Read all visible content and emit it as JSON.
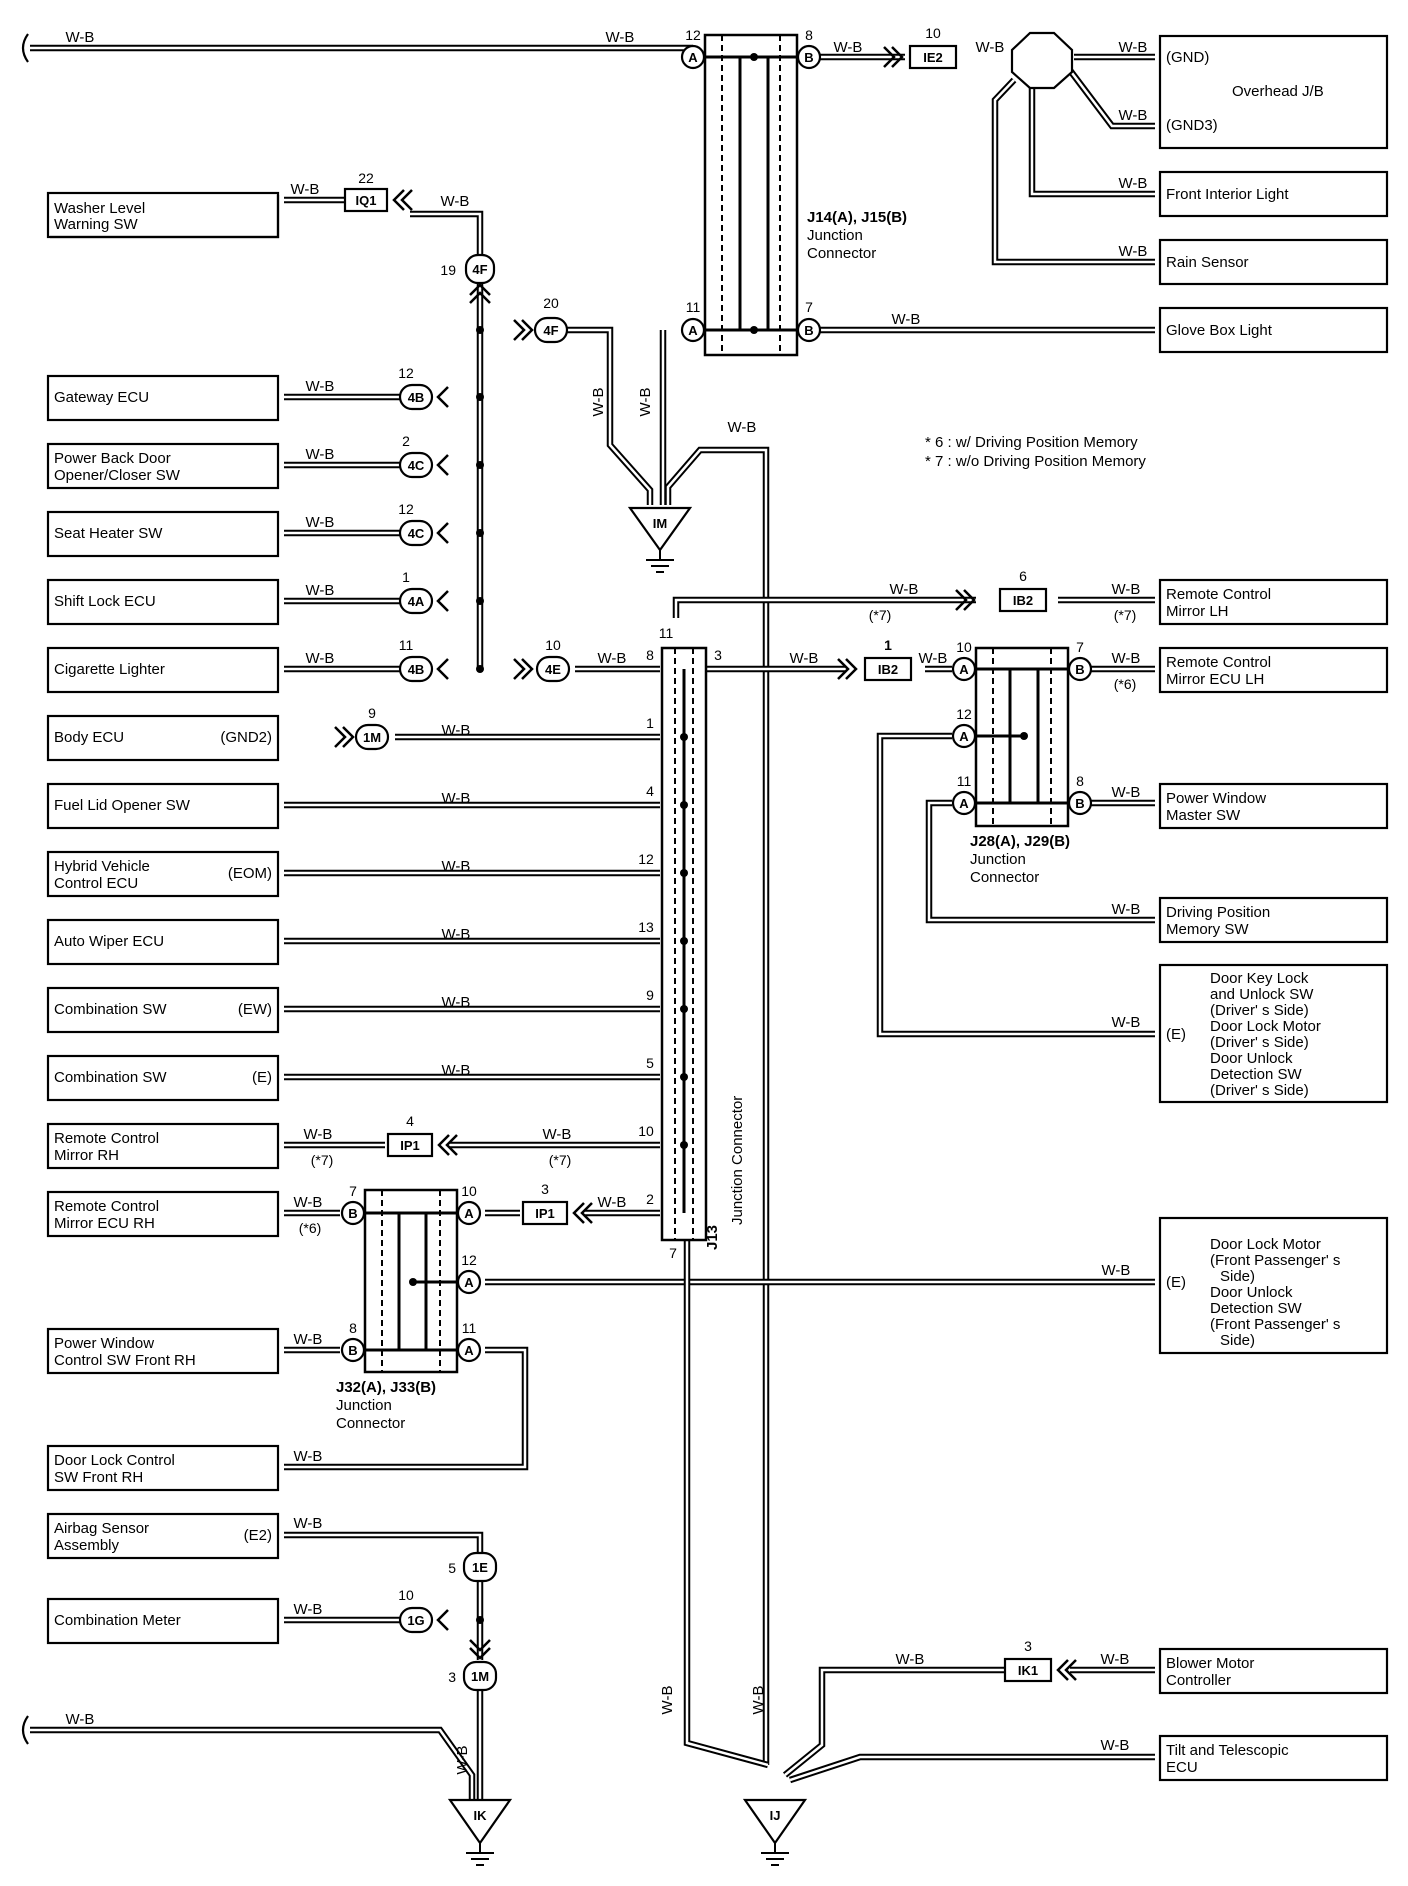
{
  "wire_color": "W-B",
  "notes": [
    "* 6 : w/ Driving Position Memory",
    "* 7 : w/o Driving Position Memory"
  ],
  "junctions": {
    "j14": {
      "label": "J14(A), J15(B)",
      "sub1": "Junction",
      "sub2": "Connector"
    },
    "j13": {
      "label": "J13",
      "sub1": "Junction Connector"
    },
    "j28": {
      "label": "J28(A), J29(B)",
      "sub1": "Junction",
      "sub2": "Connector"
    },
    "j32": {
      "label": "J32(A), J33(B)",
      "sub1": "Junction",
      "sub2": "Connector"
    }
  },
  "grounds": {
    "im": "IM",
    "ij": "IJ",
    "ik": "IK"
  },
  "components": {
    "overhead_jb": {
      "name": "Overhead J/B",
      "gnd": "(GND)",
      "gnd3": "(GND3)"
    },
    "front_interior_light": "Front Interior Light",
    "rain_sensor": "Rain Sensor",
    "glove_box_light": "Glove Box Light",
    "washer_level": [
      "Washer Level",
      "Warning SW"
    ],
    "gateway_ecu": "Gateway ECU",
    "power_back_door": [
      "Power Back Door",
      "Opener/Closer SW"
    ],
    "seat_heater": "Seat Heater SW",
    "shift_lock": "Shift Lock ECU",
    "cigarette_lighter": "Cigarette Lighter",
    "body_ecu": {
      "name": "Body ECU",
      "pin": "(GND2)"
    },
    "fuel_lid": "Fuel Lid Opener SW",
    "hybrid_ecu": {
      "lines": [
        "Hybrid Vehicle",
        "Control ECU"
      ],
      "pin": "(EOM)"
    },
    "auto_wiper": "Auto Wiper ECU",
    "combination_sw_ew": {
      "name": "Combination SW",
      "pin": "(EW)"
    },
    "combination_sw_e": {
      "name": "Combination SW",
      "pin": "(E)"
    },
    "remote_mirror_rh": [
      "Remote Control",
      "Mirror RH"
    ],
    "remote_mirror_ecu_rh": [
      "Remote Control",
      "Mirror ECU RH"
    ],
    "power_window_front_rh": [
      "Power Window",
      "Control SW Front RH"
    ],
    "door_lock_control_rh": [
      "Door Lock Control",
      "SW Front RH"
    ],
    "airbag_sensor": {
      "lines": [
        "Airbag Sensor",
        "Assembly"
      ],
      "pin": "(E2)"
    },
    "combination_meter": "Combination Meter",
    "remote_mirror_lh": [
      "Remote Control",
      "Mirror LH"
    ],
    "remote_mirror_ecu_lh": [
      "Remote Control",
      "Mirror ECU LH"
    ],
    "power_window_master": [
      "Power Window",
      "Master SW"
    ],
    "driving_position_memory": [
      "Driving Position",
      "Memory SW"
    ],
    "door_key_lock": {
      "lines": [
        "Door Key Lock",
        "and Unlock SW",
        "(Driver' s Side)",
        "Door Lock Motor",
        "(Driver' s Side)",
        "Door Unlock",
        "Detection SW",
        "(Driver' s Side)"
      ],
      "pin": "(E)"
    },
    "door_lock_motor_fp": {
      "lines": [
        "Door Lock Motor",
        "(Front Passenger' s",
        "Side)",
        "Door Unlock",
        "Detection SW",
        "(Front Passenger' s",
        "Side)"
      ],
      "pin": "(E)"
    },
    "blower_motor": [
      "Blower Motor",
      "Controller"
    ],
    "tilt_telescopic": [
      "Tilt and Telescopic",
      "ECU"
    ]
  },
  "connectors": {
    "ie2": {
      "code": "IE2",
      "pin": "10"
    },
    "iq1": {
      "code": "IQ1",
      "pin": "22"
    },
    "c4f_19": {
      "code": "4F",
      "pin": "19"
    },
    "c4f_20": {
      "code": "4F",
      "pin": "20"
    },
    "c4b_12": {
      "code": "4B",
      "pin": "12"
    },
    "c4c_2": {
      "code": "4C",
      "pin": "2"
    },
    "c4c_12": {
      "code": "4C",
      "pin": "12"
    },
    "c4a_1": {
      "code": "4A",
      "pin": "1"
    },
    "c4b_11": {
      "code": "4B",
      "pin": "11"
    },
    "c4e_10": {
      "code": "4E",
      "pin": "10"
    },
    "c1m_9": {
      "code": "1M",
      "pin": "9"
    },
    "ip1_4": {
      "code": "IP1",
      "pin": "4"
    },
    "ip1_3": {
      "code": "IP1",
      "pin": "3"
    },
    "ib2_6": {
      "code": "IB2",
      "pin": "6"
    },
    "ib2_1": {
      "code": "IB2",
      "pin": "1"
    },
    "c1e_5": {
      "code": "1E",
      "pin": "5"
    },
    "c1g_10": {
      "code": "1G",
      "pin": "10"
    },
    "c1m_3": {
      "code": "1M",
      "pin": "3"
    },
    "ik1_3": {
      "code": "IK1",
      "pin": "3"
    }
  },
  "pins": {
    "j14": {
      "a12": "12",
      "b8": "8",
      "a11": "11",
      "b7": "7"
    },
    "j13": {
      "p11": "11",
      "p8": "8",
      "p3": "3",
      "p1": "1",
      "p4": "4",
      "p12": "12",
      "p13": "13",
      "p9": "9",
      "p5": "5",
      "p10": "10",
      "p2": "2",
      "p7": "7"
    },
    "j28": {
      "a10": "10",
      "b7": "7",
      "a12": "12",
      "a11": "11",
      "b8": "8"
    },
    "j32": {
      "b7": "7",
      "a10": "10",
      "a12": "12",
      "b8": "8",
      "a11": "11"
    }
  },
  "pin_letters": {
    "a": "A",
    "b": "B"
  },
  "option_marks": {
    "m6": "(*6)",
    "m7": "(*7)"
  }
}
